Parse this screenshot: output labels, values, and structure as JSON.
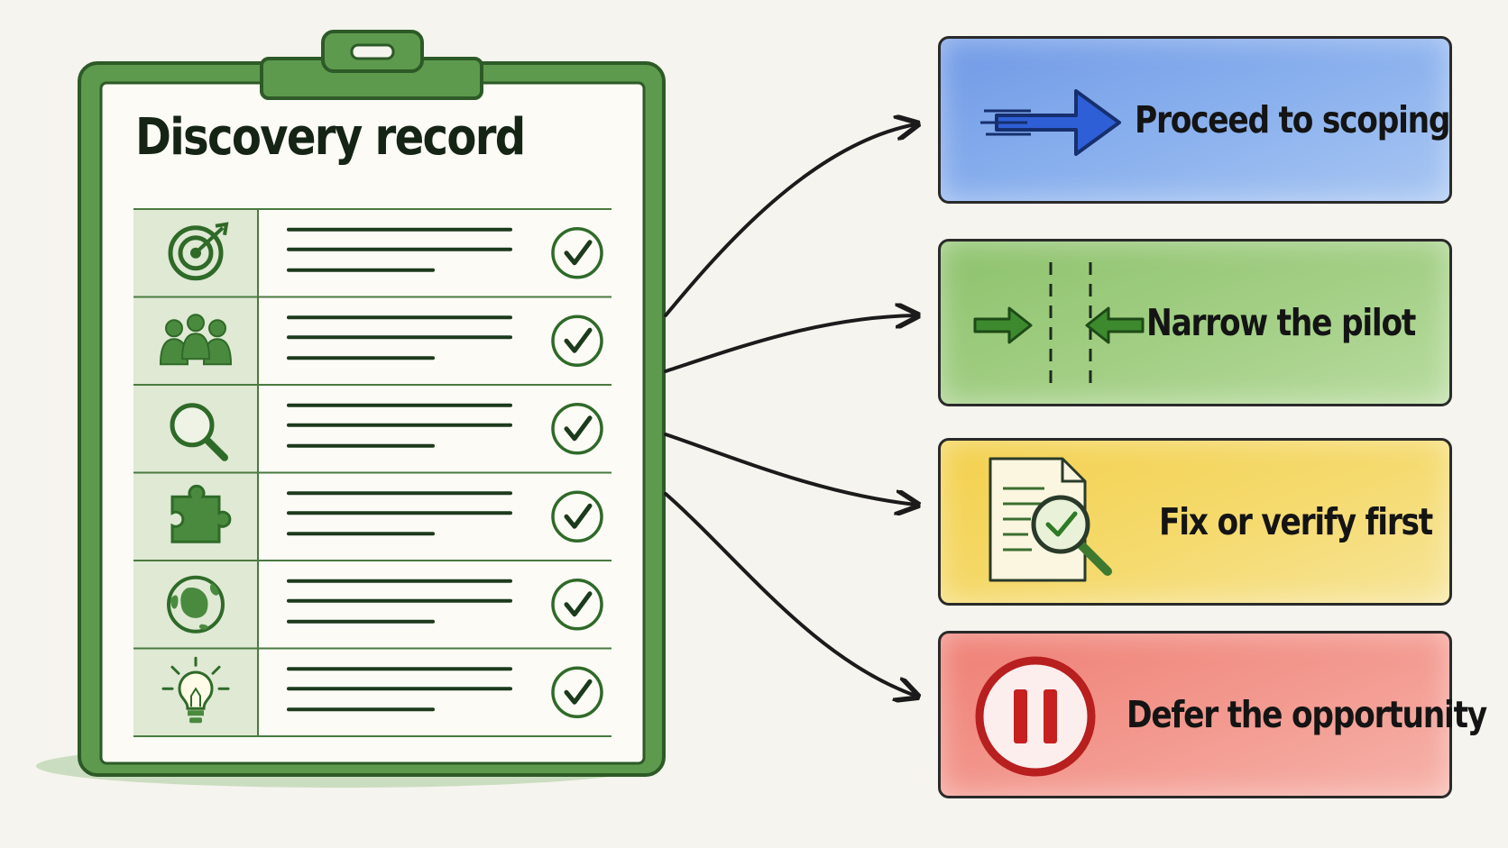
{
  "title": "Discovery record",
  "checklist": [
    {
      "icon": "target-icon",
      "checked": true
    },
    {
      "icon": "people-icon",
      "checked": true
    },
    {
      "icon": "magnifier-icon",
      "checked": true
    },
    {
      "icon": "puzzle-piece-icon",
      "checked": true
    },
    {
      "icon": "globe-icon",
      "checked": true
    },
    {
      "icon": "lightbulb-icon",
      "checked": true
    }
  ],
  "outcomes": [
    {
      "label": "Proceed to scoping",
      "icon": "arrow-right-icon",
      "color": "#7fa7ea"
    },
    {
      "label": "Narrow the pilot",
      "icon": "narrow-arrows-icon",
      "color": "#9ecb80"
    },
    {
      "label": "Fix or verify first",
      "icon": "document-verify-icon",
      "color": "#f4d560"
    },
    {
      "label": "Defer the opportunity",
      "icon": "pause-icon",
      "color": "#f29488"
    }
  ],
  "colors": {
    "clipboard": "#4a8a3f",
    "ink": "#1c3a1c",
    "paper": "#fcfbf6"
  }
}
